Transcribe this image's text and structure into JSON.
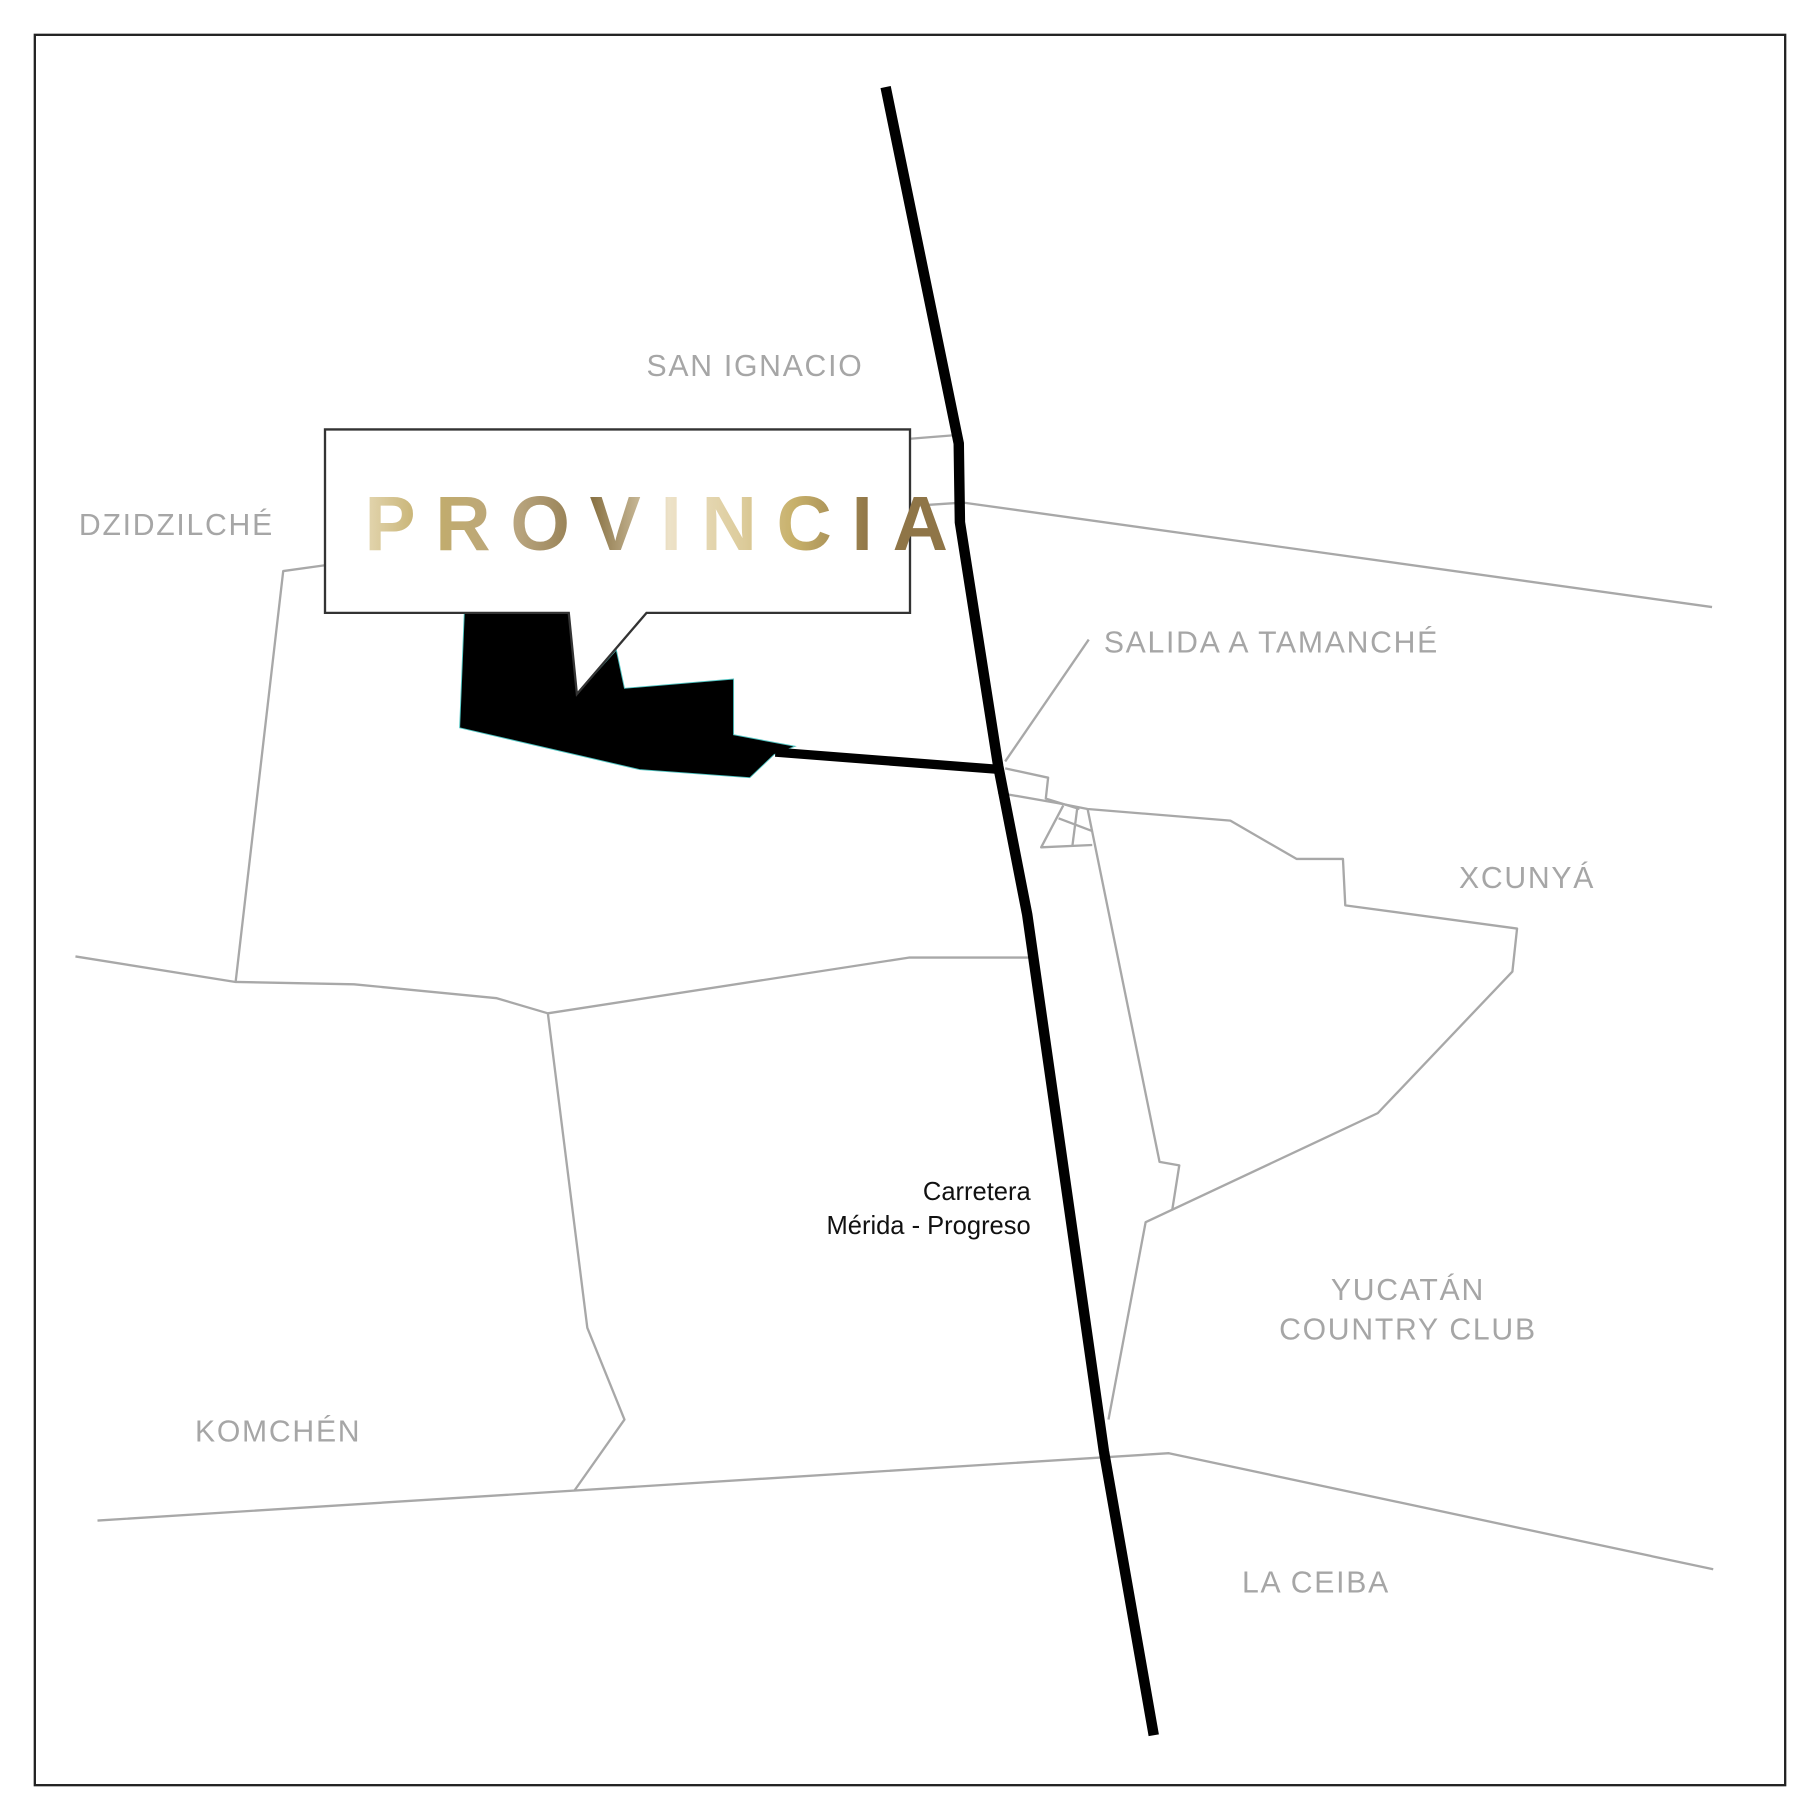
{
  "brand": {
    "name": "PROVINCIA",
    "gradient": [
      "#e3d6b0",
      "#c3ad6a",
      "#b9a57f",
      "#8a7345",
      "#ede2c8",
      "#c7b06a",
      "#8f7547"
    ]
  },
  "highway": {
    "line1": "Carretera",
    "line2": "Mérida - Progreso"
  },
  "places": {
    "san_ignacio": "SAN IGNACIO",
    "dzidzilche": "DZIDZILCHÉ",
    "salida_tamanche": "SALIDA A TAMANCHÉ",
    "xcunya": "XCUNYÁ",
    "yucatan_cc_1": "YUCATÁN",
    "yucatan_cc_2": "COUNTRY CLUB",
    "komchen": "KOMCHÉN",
    "la_ceiba": "LA CEIBA"
  },
  "colors": {
    "road": "#a8a8a8",
    "label": "#a6a6a6",
    "highway": "#000000"
  }
}
